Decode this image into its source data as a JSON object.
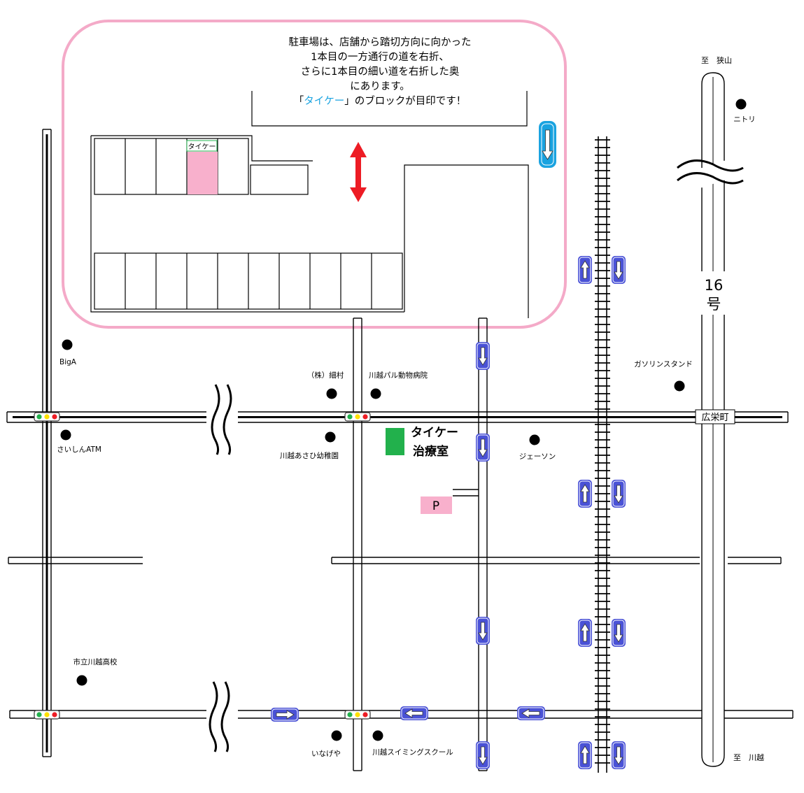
{
  "inset": {
    "lines": [
      "駐車場は、店舗から踏切方向に向かった",
      "1本目の一方通行の道を右折、",
      "さらに1本目の細い道を右折した奥",
      "にあります。"
    ],
    "landmark_pre": "「",
    "landmark_name": "タイケー",
    "landmark_post": "」のブロックが目印です！",
    "spot_label": "タイケー"
  },
  "directions": {
    "north_sayama": "至　狭山",
    "south_kawagoe": "至　川越"
  },
  "route_number": {
    "line1": "16",
    "line2": "号"
  },
  "intersection": {
    "label": "広栄町"
  },
  "clinic": {
    "line1": "タイケー",
    "line2": "治療室"
  },
  "parking": {
    "label": "P"
  },
  "landmarks": {
    "nitori": "ニトリ",
    "biga": "BigA",
    "hosomura": "（株）細村",
    "animal_hospital": "川越パル動物病院",
    "gas_station": "ガソリンスタンド",
    "saishin_atm": "さいしんATM",
    "kindergarten": "川越あさひ幼稚園",
    "jason": "ジェーソン",
    "highschool": "市立川越高校",
    "inageya": "いなげや",
    "swimming": "川越スイミングスクール"
  },
  "colors": {
    "inset_border": "#f4aac8",
    "parking_pink": "#f8b0cc",
    "clinic_green": "#22b14c",
    "arrow_blue": "#4a52d6",
    "inset_arrow_blue": "#1aa3e0",
    "red_arrow": "#ed1c24",
    "highlight_text": "#1aa3e0",
    "signal_green": "#22b14c",
    "signal_yellow": "#ffe000",
    "signal_red": "#ed1c24"
  }
}
